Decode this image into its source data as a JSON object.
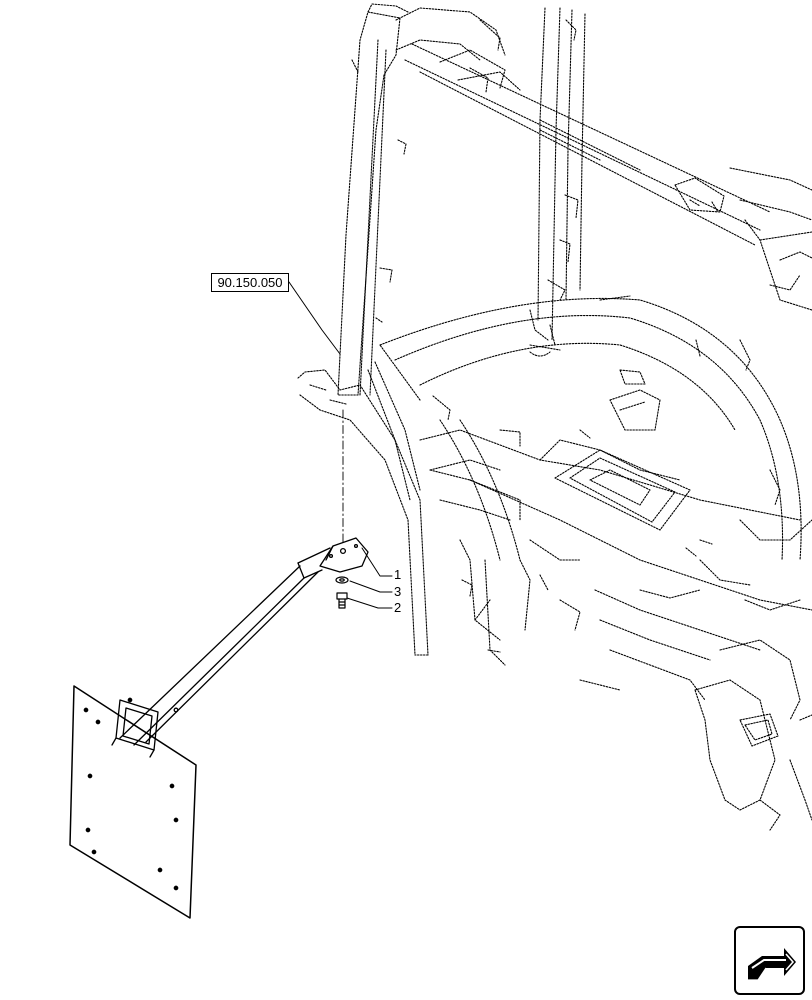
{
  "reference_label": "90.150.050",
  "callouts": [
    {
      "id": "1",
      "label": "1"
    },
    {
      "id": "3",
      "label": "3"
    },
    {
      "id": "2",
      "label": "2"
    }
  ],
  "navigation": {
    "icon": "next-page-arrow-icon"
  }
}
